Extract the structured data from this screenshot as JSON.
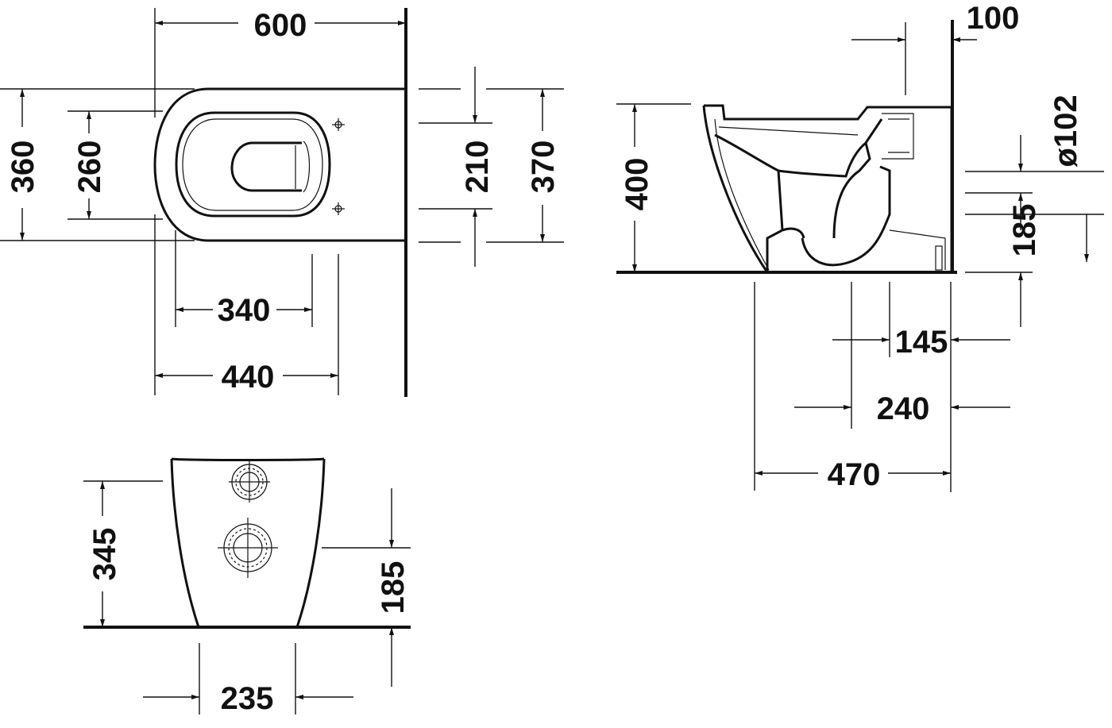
{
  "top_view": {
    "width_600": "600",
    "depth_360": "360",
    "seat_260": "260",
    "hole_spacing_210": "210",
    "wall_370": "370",
    "seat_340": "340",
    "overall_440": "440"
  },
  "side_view": {
    "wall_offset_100": "100",
    "outlet_diameter": "ø102",
    "height_400": "400",
    "outlet_height_185": "185",
    "outlet_145": "145",
    "outlet_240": "240",
    "depth_470": "470"
  },
  "back_view": {
    "height_345": "345",
    "outlet_height_185": "185",
    "base_235": "235"
  }
}
